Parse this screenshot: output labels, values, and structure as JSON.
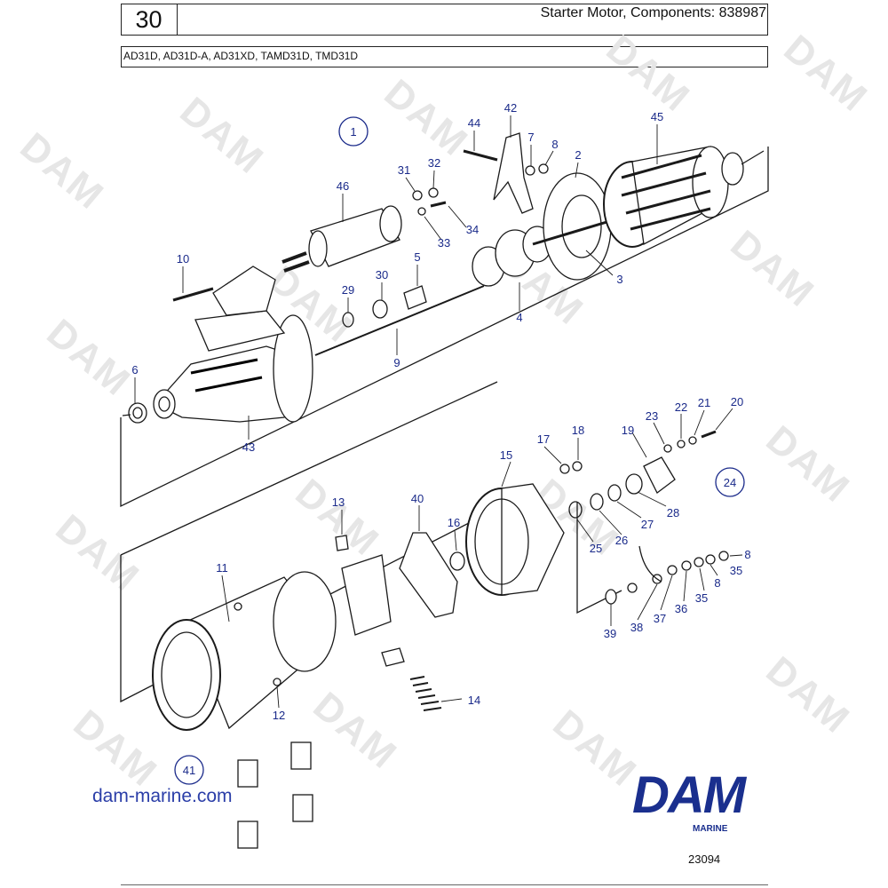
{
  "header": {
    "section_number": "30",
    "title": "Starter Motor, Components: 838987",
    "models": "AD31D, AD31D-A, AD31XD, TAMD31D, TMD31D"
  },
  "watermark": "DAM",
  "callouts": {
    "group_1": "1",
    "group_24": "24",
    "group_41": "41",
    "c44": "44",
    "c42": "42",
    "c7": "7",
    "c8a": "8",
    "c2": "2",
    "c45": "45",
    "c31": "31",
    "c32": "32",
    "c46": "46",
    "c34": "34",
    "c33": "33",
    "c10": "10",
    "c29": "29",
    "c30": "30",
    "c5": "5",
    "c3": "3",
    "c4": "4",
    "c9": "9",
    "c6": "6",
    "c43": "43",
    "c17": "17",
    "c18": "18",
    "c19": "19",
    "c23": "23",
    "c22": "22",
    "c21": "21",
    "c20": "20",
    "c15": "15",
    "c13": "13",
    "c40": "40",
    "c16": "16",
    "c25": "25",
    "c26": "26",
    "c27": "27",
    "c28": "28",
    "c11": "11",
    "c8b": "8",
    "c35a": "35",
    "c8c": "8",
    "c35b": "35",
    "c36": "36",
    "c37": "37",
    "c38": "38",
    "c39": "39",
    "c12": "12",
    "c14": "14"
  },
  "footer": {
    "website": "dam-marine.com",
    "brand": "DAM",
    "brand_sub": "MARINE",
    "ref_number": "23094"
  },
  "colors": {
    "callout": "#1a2a8a",
    "brand": "#1a2f8e",
    "line": "#1a1a1a"
  }
}
